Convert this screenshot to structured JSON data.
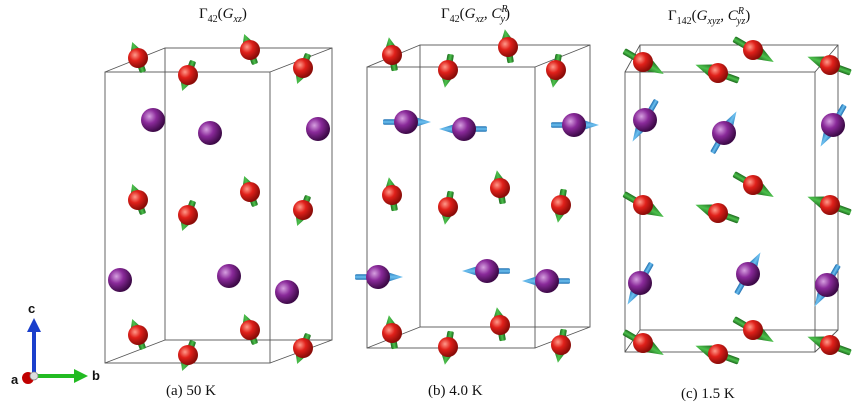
{
  "panels": [
    {
      "id": "a",
      "title": {
        "gamma": "Γ",
        "gamma_index": "42",
        "open": "(",
        "G": "G",
        "G_sub": "xz",
        "C": "",
        "C_sup": "",
        "C_sub": "",
        "close": ")"
      },
      "caption": "(a) 50 K",
      "has_purple_moments": false
    },
    {
      "id": "b",
      "title": {
        "gamma": "Γ",
        "gamma_index": "42",
        "open": "(",
        "G": "G",
        "G_sub": "xz",
        "C": ", C",
        "C_sup": "R",
        "C_sub": "y",
        "close": ")"
      },
      "caption": "(b) 4.0 K",
      "has_purple_moments": true
    },
    {
      "id": "c",
      "title": {
        "gamma": "Γ",
        "gamma_index": "142",
        "open": "(",
        "G": "G",
        "G_sub": "xyz",
        "C": ", C",
        "C_sup": "R",
        "C_sub": "yz",
        "close": ")"
      },
      "caption": "(c) 1.5 K",
      "has_purple_moments": true
    }
  ],
  "axes": {
    "a": "a",
    "b": "b",
    "c": "c"
  },
  "colors": {
    "red_atom": "#e0201a",
    "purple_atom": "#8a2a9a",
    "green_moment": "#2e8b2e",
    "blue_moment": "#3a9ad9",
    "cell_edge": "#555555",
    "axis_a": "#c00000",
    "axis_b": "#22bb22",
    "axis_c": "#1a3fcc"
  }
}
